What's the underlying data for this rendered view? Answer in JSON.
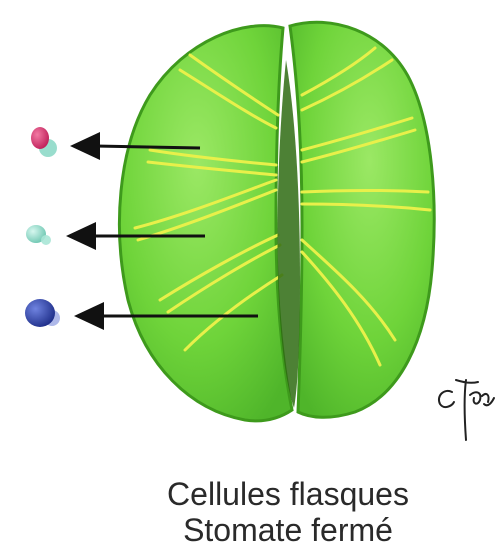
{
  "caption": {
    "line1": "Cellules flasques",
    "line2": "Stomate fermé"
  },
  "signature_text": "C.Graph",
  "colors": {
    "cell_fill": "#6fd43a",
    "cell_fill_light": "#8fe35a",
    "cell_outline": "#3e9a1c",
    "pore_dark": "#2e6b12",
    "fibers": "#e8f04a",
    "arrow": "#111111",
    "molecule_pink": "#d6336c",
    "molecule_teal": "#7fd4c0",
    "molecule_blue": "#2f44a8"
  },
  "molecules": [
    {
      "name": "pink-molecule",
      "color": "#d6336c",
      "accent": "#7fd4c0"
    },
    {
      "name": "teal-molecule",
      "color": "#7fd4c0",
      "accent": "#b5ece0"
    },
    {
      "name": "blue-molecule",
      "color": "#2f44a8",
      "accent": "#8b9ae0"
    }
  ]
}
